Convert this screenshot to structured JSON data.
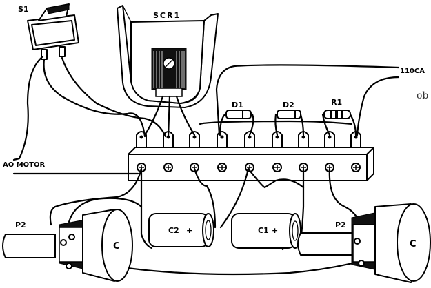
{
  "labels": {
    "switch": "S1",
    "scr": "SCR1",
    "diode1": "D1",
    "diode2": "D2",
    "resistor": "R1",
    "ac_input": "110CA",
    "motor": "AO MOTOR",
    "pot_left": "P2",
    "pot_right": "P2",
    "cap2": "C2",
    "cap2_polarity": "+",
    "cap1": "C1",
    "cap1_polarity": "+",
    "pot_shaft_mark_left": "C",
    "pot_shaft_mark_right": "C",
    "edge_fragment": "ob"
  }
}
